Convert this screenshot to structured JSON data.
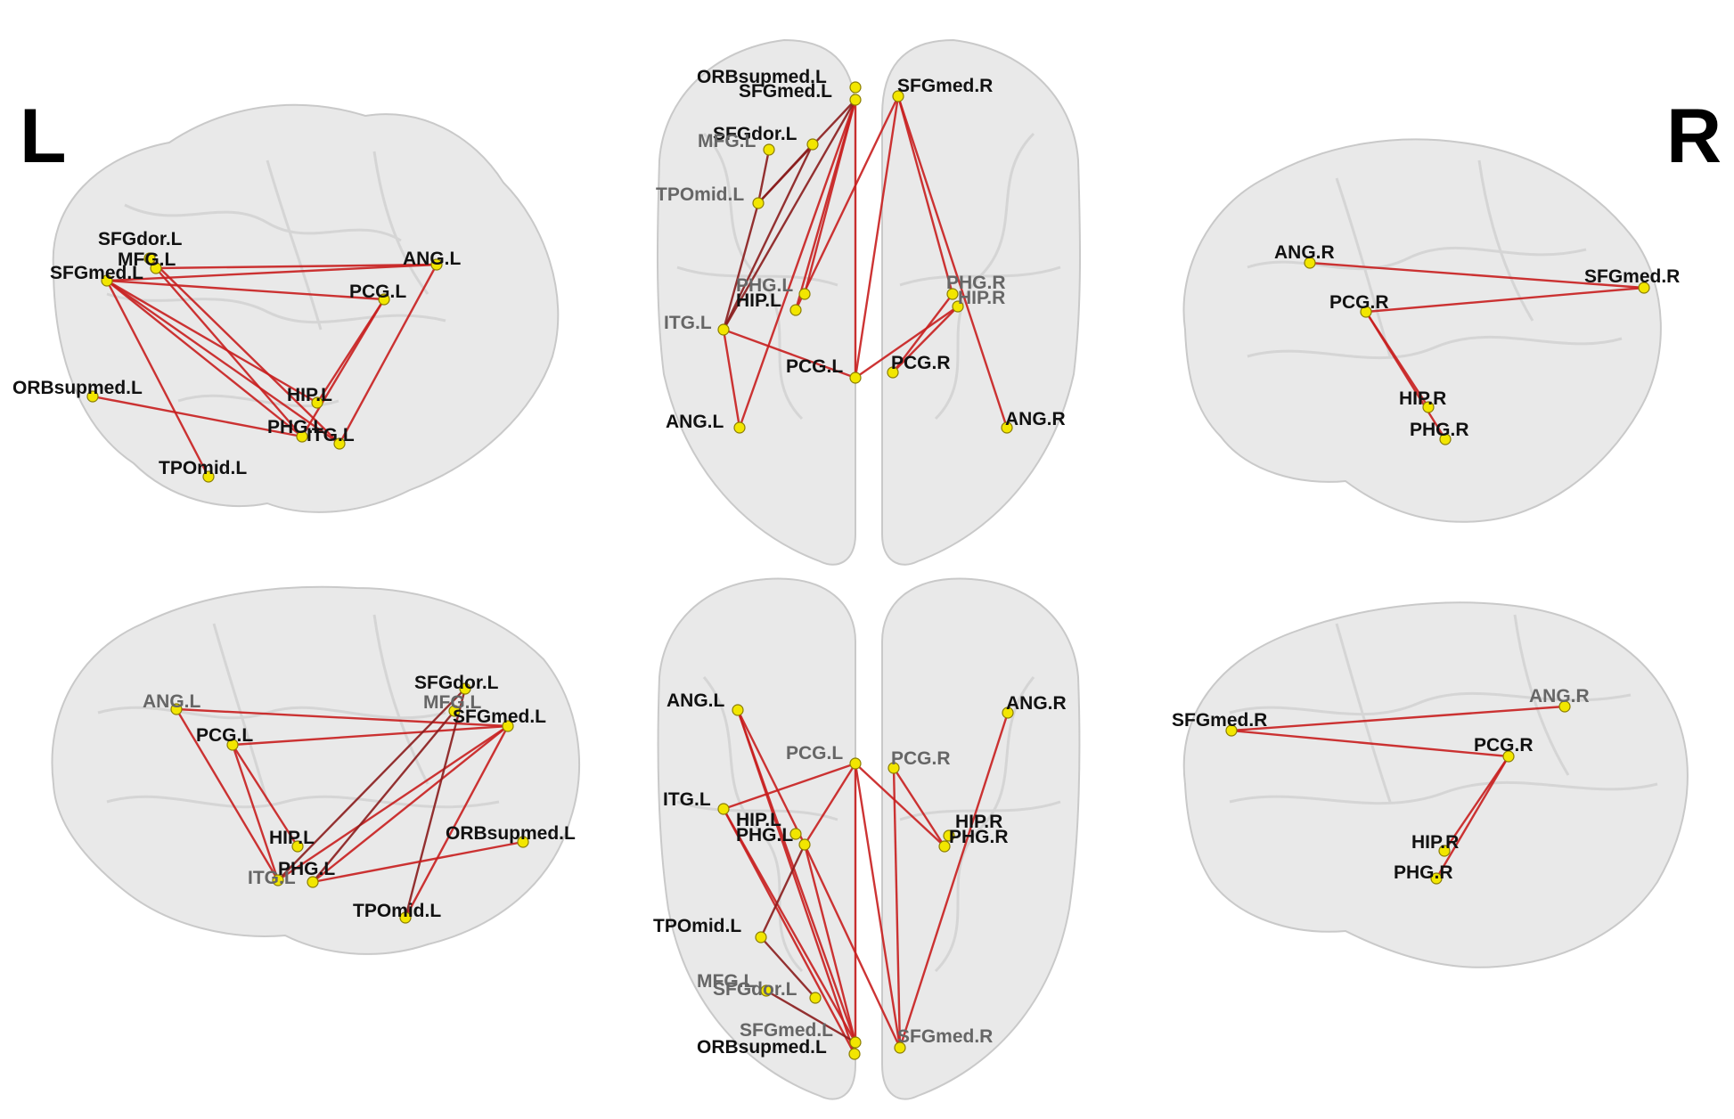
{
  "side_labels": {
    "left": "L",
    "right": "R"
  },
  "colors": {
    "node": "#f2e600",
    "edge": "#c81e1e",
    "edge_dark": "#8a1c1c",
    "brain": "#e9e9e9"
  },
  "views": [
    {
      "id": "left-lateral",
      "nodes": [
        {
          "id": "SFGdor.L",
          "label": "SFGdor.L"
        },
        {
          "id": "MFG.L",
          "label": "MFG.L"
        },
        {
          "id": "SFGmed.L",
          "label": "SFGmed.L"
        },
        {
          "id": "ANG.L",
          "label": "ANG.L"
        },
        {
          "id": "PCG.L",
          "label": "PCG.L"
        },
        {
          "id": "ORBsupmed.L",
          "label": "ORBsupmed.L"
        },
        {
          "id": "HIP.L",
          "label": "HIP.L"
        },
        {
          "id": "PHG.L",
          "label": "PHG.L"
        },
        {
          "id": "ITG.L",
          "label": "ITG.L"
        },
        {
          "id": "TPOmid.L",
          "label": "TPOmid.L"
        }
      ]
    },
    {
      "id": "superior",
      "nodes": [
        {
          "id": "ORBsupmed.L",
          "label": "ORBsupmed.L"
        },
        {
          "id": "SFGmed.L",
          "label": "SFGmed.L"
        },
        {
          "id": "SFGmed.R",
          "label": "SFGmed.R"
        },
        {
          "id": "SFGdor.L",
          "label": "SFGdor.L"
        },
        {
          "id": "MFG.L",
          "label": "MFG.L"
        },
        {
          "id": "TPOmid.L",
          "label": "TPOmid.L"
        },
        {
          "id": "PHG.L",
          "label": "PHG.L"
        },
        {
          "id": "HIP.L",
          "label": "HIP.L"
        },
        {
          "id": "PHG.R",
          "label": "PHG.R"
        },
        {
          "id": "HIP.R",
          "label": "HIP.R"
        },
        {
          "id": "ITG.L",
          "label": "ITG.L"
        },
        {
          "id": "PCG.L",
          "label": "PCG.L"
        },
        {
          "id": "PCG.R",
          "label": "PCG.R"
        },
        {
          "id": "ANG.L",
          "label": "ANG.L"
        },
        {
          "id": "ANG.R",
          "label": "ANG.R"
        }
      ]
    },
    {
      "id": "right-lateral",
      "nodes": [
        {
          "id": "ANG.R",
          "label": "ANG.R"
        },
        {
          "id": "SFGmed.R",
          "label": "SFGmed.R"
        },
        {
          "id": "PCG.R",
          "label": "PCG.R"
        },
        {
          "id": "HIP.R",
          "label": "HIP.R"
        },
        {
          "id": "PHG.R",
          "label": "PHG.R"
        }
      ]
    },
    {
      "id": "left-medial",
      "nodes": [
        {
          "id": "SFGdor.L",
          "label": "SFGdor.L"
        },
        {
          "id": "ANG.L",
          "label": "ANG.L"
        },
        {
          "id": "MFG.L",
          "label": "MFG.L"
        },
        {
          "id": "SFGmed.L",
          "label": "SFGmed.L"
        },
        {
          "id": "PCG.L",
          "label": "PCG.L"
        },
        {
          "id": "HIP.L",
          "label": "HIP.L"
        },
        {
          "id": "ORBsupmed.L",
          "label": "ORBsupmed.L"
        },
        {
          "id": "ITG.L",
          "label": "ITG.L"
        },
        {
          "id": "PHG.L",
          "label": "PHG.L"
        },
        {
          "id": "TPOmid.L",
          "label": "TPOmid.L"
        }
      ]
    },
    {
      "id": "inferior",
      "nodes": [
        {
          "id": "ANG.L",
          "label": "ANG.L"
        },
        {
          "id": "ANG.R",
          "label": "ANG.R"
        },
        {
          "id": "PCG.L",
          "label": "PCG.L"
        },
        {
          "id": "PCG.R",
          "label": "PCG.R"
        },
        {
          "id": "ITG.L",
          "label": "ITG.L"
        },
        {
          "id": "HIP.L",
          "label": "HIP.L"
        },
        {
          "id": "PHG.L",
          "label": "PHG.L"
        },
        {
          "id": "HIP.R",
          "label": "HIP.R"
        },
        {
          "id": "PHG.R",
          "label": "PHG.R"
        },
        {
          "id": "TPOmid.L",
          "label": "TPOmid.L"
        },
        {
          "id": "MFG.L",
          "label": "MFG.L"
        },
        {
          "id": "SFGdor.L",
          "label": "SFGdor.L"
        },
        {
          "id": "SFGmed.L",
          "label": "SFGmed.L"
        },
        {
          "id": "SFGmed.R",
          "label": "SFGmed.R"
        },
        {
          "id": "ORBsupmed.L",
          "label": "ORBsupmed.L"
        }
      ]
    },
    {
      "id": "right-medial",
      "nodes": [
        {
          "id": "SFGmed.R",
          "label": "SFGmed.R"
        },
        {
          "id": "ANG.R",
          "label": "ANG.R"
        },
        {
          "id": "PCG.R",
          "label": "PCG.R"
        },
        {
          "id": "HIP.R",
          "label": "HIP.R"
        },
        {
          "id": "PHG.R",
          "label": "PHG.R"
        }
      ]
    }
  ]
}
